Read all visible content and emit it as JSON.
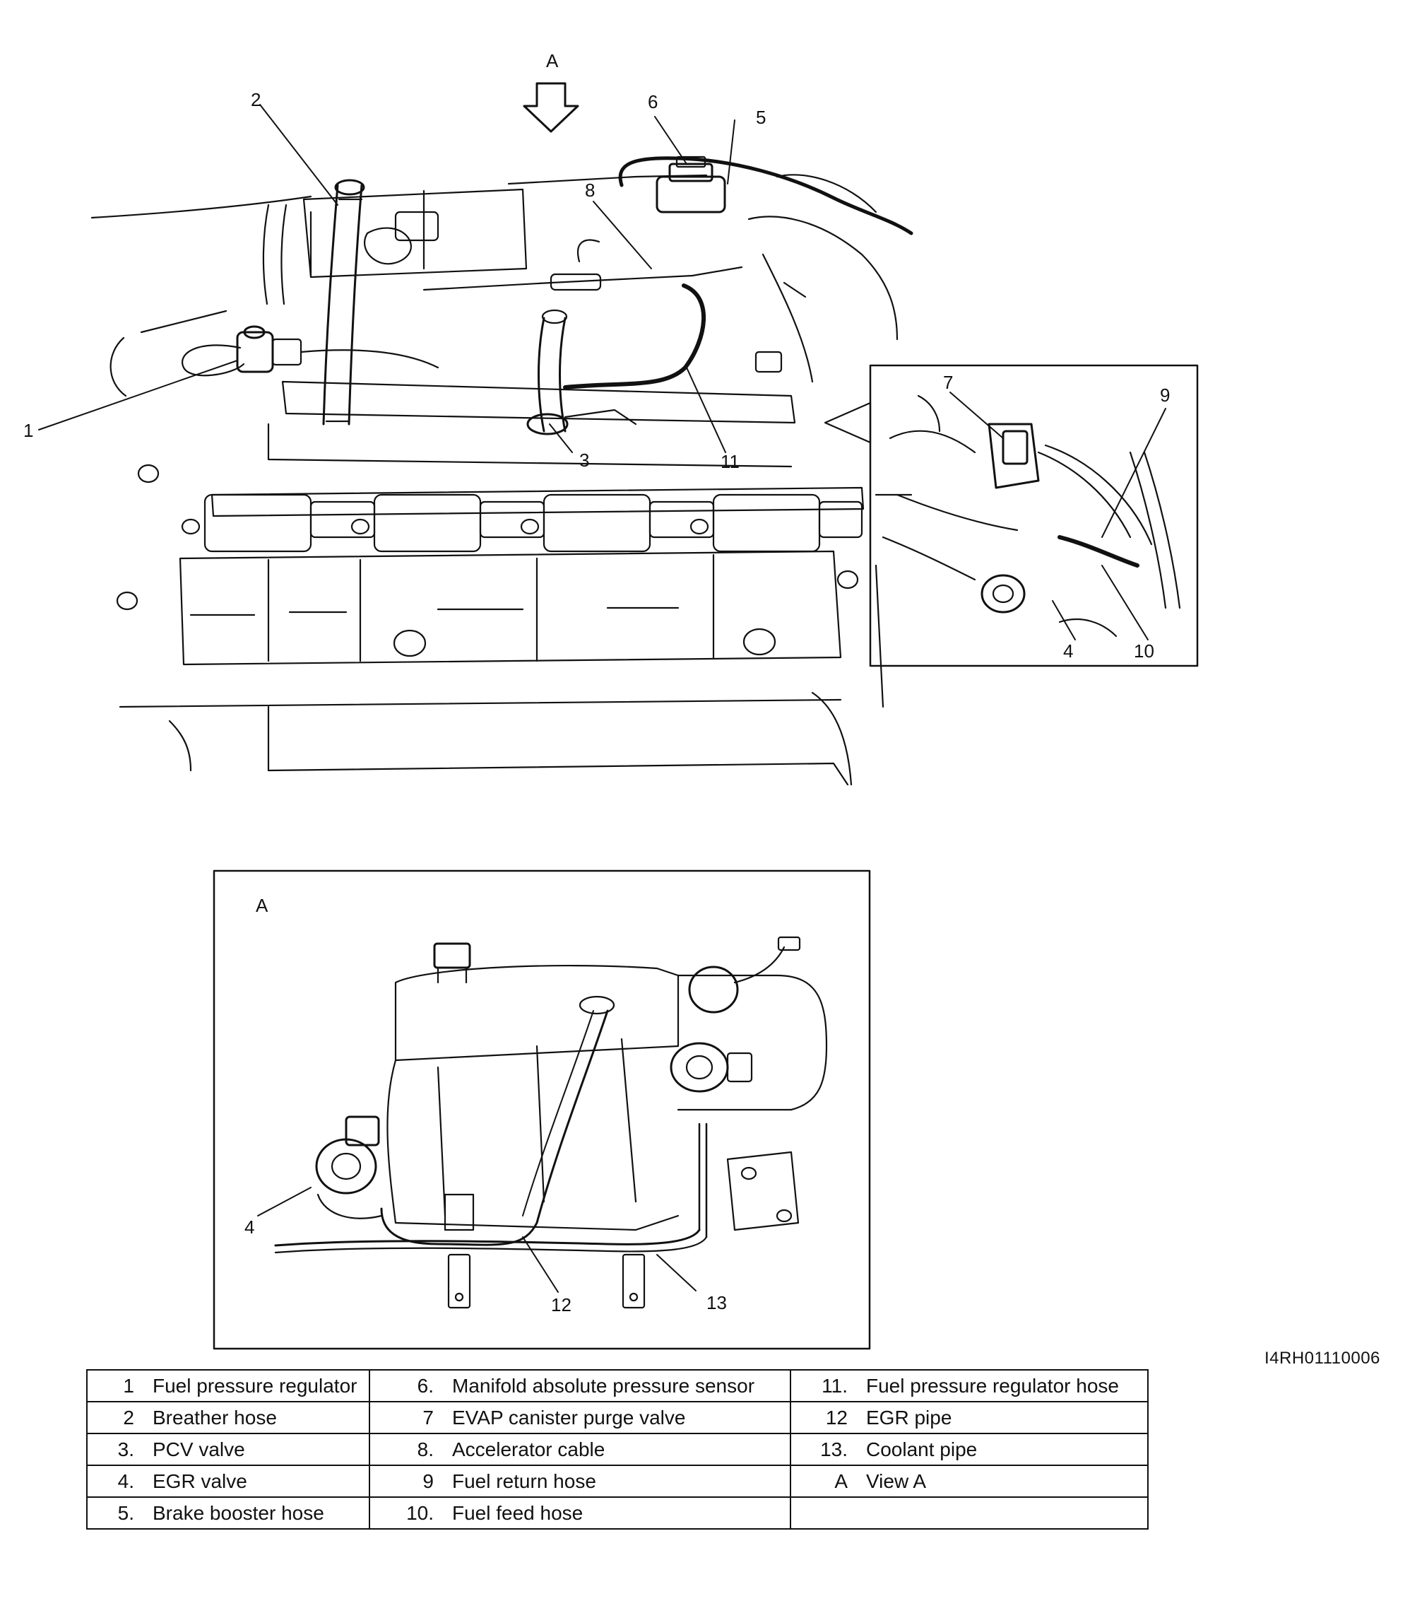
{
  "callouts": {
    "c1": "1",
    "c2": "2",
    "c3": "3",
    "c4": "4",
    "c5": "5",
    "c6": "6",
    "c7": "7",
    "c8": "8",
    "c9": "9",
    "c10": "10",
    "c11": "11",
    "c12": "12",
    "c13": "13"
  },
  "view_marker": "A",
  "view_box_label": "A",
  "figure_code": "I4RH01110006",
  "legend": [
    [
      {
        "num": "1",
        "text": "Fuel pressure regulator"
      },
      {
        "num": "6.",
        "text": "Manifold absolute pressure sensor"
      },
      {
        "num": "11.",
        "text": "Fuel pressure regulator hose"
      }
    ],
    [
      {
        "num": "2",
        "text": "Breather hose"
      },
      {
        "num": "7",
        "text": "EVAP canister purge valve"
      },
      {
        "num": "12",
        "text": "EGR pipe"
      }
    ],
    [
      {
        "num": "3.",
        "text": "PCV valve"
      },
      {
        "num": "8.",
        "text": "Accelerator cable"
      },
      {
        "num": "13.",
        "text": "Coolant pipe"
      }
    ],
    [
      {
        "num": "4.",
        "text": "EGR valve"
      },
      {
        "num": "9",
        "text": "Fuel return hose"
      },
      {
        "num": "A",
        "text": "View A"
      }
    ],
    [
      {
        "num": "5.",
        "text": "Brake booster hose"
      },
      {
        "num": "10.",
        "text": "Fuel feed hose"
      },
      {
        "num": "",
        "text": ""
      }
    ]
  ]
}
